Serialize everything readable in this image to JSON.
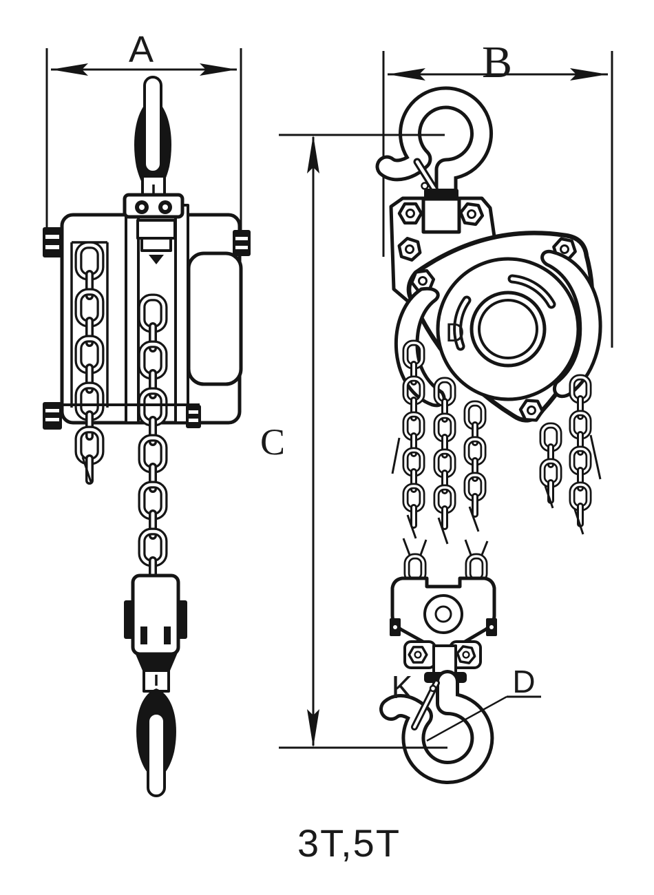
{
  "drawing": {
    "dimension_labels": {
      "a": "A",
      "b": "B",
      "c": "C"
    },
    "part_labels": {
      "handwheel_d": "D",
      "hook_k": "K",
      "hook_d": "D"
    },
    "capacity": "3T,5T",
    "colors": {
      "line": "#151515",
      "background": "#ffffff"
    }
  }
}
